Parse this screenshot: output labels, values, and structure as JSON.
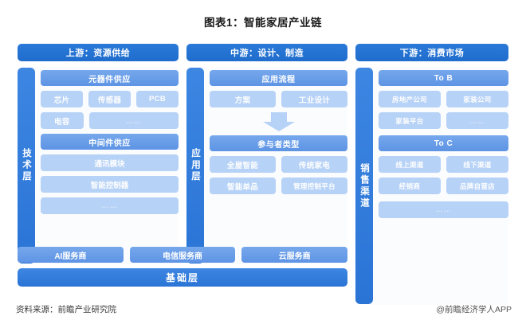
{
  "title": "图表1：智能家居产业链",
  "columns": [
    {
      "key": "upstream",
      "header": "上游：资源供给",
      "side_label": "技术层",
      "groups": [
        {
          "heading": "元器件供应",
          "rows": [
            [
              "芯片",
              "传感器",
              "PCB"
            ],
            [
              "电容",
              "……"
            ]
          ]
        },
        {
          "heading": "中间件供应",
          "bars": [
            "通讯模块",
            "智能控制器",
            "……"
          ]
        }
      ]
    },
    {
      "key": "midstream",
      "header": "中游：设计、制造",
      "side_label": "应用层",
      "groups": [
        {
          "heading": "应用流程",
          "rows": [
            [
              "方案",
              "工业设计"
            ]
          ]
        },
        {
          "heading": "参与者类型",
          "rows": [
            [
              "全屋智能",
              "传统家电"
            ],
            [
              "智能单品",
              "管理控制平台"
            ]
          ]
        }
      ],
      "arrow": "down-arrow"
    },
    {
      "key": "downstream",
      "header": "下游：消费市场",
      "side_label": "销售渠道",
      "groups": [
        {
          "heading": "To B",
          "rows": [
            [
              "房地产公司",
              "家装公司"
            ],
            [
              "家装平台",
              "……"
            ]
          ]
        },
        {
          "heading": "To C",
          "rows": [
            [
              "线上渠道",
              "线下渠道"
            ],
            [
              "经销商",
              "品牌自营店"
            ]
          ]
        }
      ],
      "tail_bar": "……"
    }
  ],
  "bottom": {
    "services": [
      "AI服务商",
      "电信服务商",
      "云服务商"
    ],
    "base_label": "基础层"
  },
  "footer": {
    "source": "资料来源：前瞻产业研究院",
    "watermark": "@前瞻经济学人APP"
  },
  "colors": {
    "header_blue": "#1f6ccd",
    "side_blue": "#2a74d6",
    "bar_blue": "#5d94e4",
    "chip_blue": "#b7d2f7",
    "panel_bg": "#fbfcfe",
    "page_bg": "#ffffff"
  }
}
